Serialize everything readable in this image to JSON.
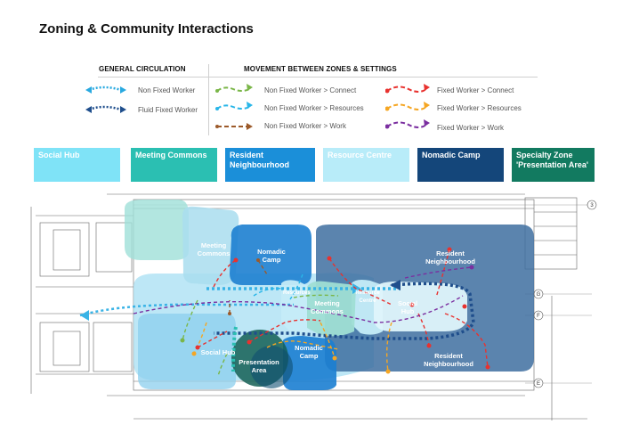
{
  "title": "Zoning & Community Interactions",
  "legend": {
    "general_heading": "GENERAL CIRCULATION",
    "movement_heading": "MOVEMENT BETWEEN ZONES & SETTINGS",
    "general": [
      {
        "label": "Non Fixed Worker",
        "color": "#29a9e0"
      },
      {
        "label": "Fluid Fixed Worker",
        "color": "#1f4e8c"
      }
    ],
    "movement": [
      {
        "label": "Non Fixed Worker > Connect",
        "color": "#7ab648"
      },
      {
        "label": "Non Fixed Worker > Resources",
        "color": "#29b6e8"
      },
      {
        "label": "Non Fixed Worker > Work",
        "color": "#9c5a2a"
      },
      {
        "label": "Fixed Worker > Connect",
        "color": "#e8322f"
      },
      {
        "label": "Fixed Worker > Resources",
        "color": "#f5a623"
      },
      {
        "label": "Fixed Worker > Work",
        "color": "#7b2fa0"
      }
    ]
  },
  "zones": [
    {
      "label": "Social Hub",
      "color": "#7fe3f7"
    },
    {
      "label": "Meeting Commons",
      "color": "#2bbfb2"
    },
    {
      "label": "Resident Neighbourhood",
      "color": "#1b8fd9"
    },
    {
      "label": "Resource Centre",
      "color": "#b8ecf9"
    },
    {
      "label": "Nomadic Camp",
      "color": "#14467a"
    },
    {
      "label": "Specialty Zone 'Presentation Area'",
      "color": "#127a60"
    }
  ],
  "plan_labels": {
    "meeting_commons_top": "Meeting Commons",
    "nomadic_camp_top": "Nomadic Camp",
    "resident_top": "Resident Neighbourhood",
    "resource_centre": "Resource Centre",
    "meeting_commons_mid": "Meeting Commons",
    "resources_mid": "Resources",
    "social_hub_right": "Social Hub",
    "social_hub_left": "Social Hub",
    "presentation_area": "Presentation Area",
    "nomadic_camp_bottom": "Nomadic Camp",
    "resident_bottom": "Resident Neighbourhood"
  },
  "grid_markers": [
    "3",
    "G",
    "F",
    "E"
  ]
}
